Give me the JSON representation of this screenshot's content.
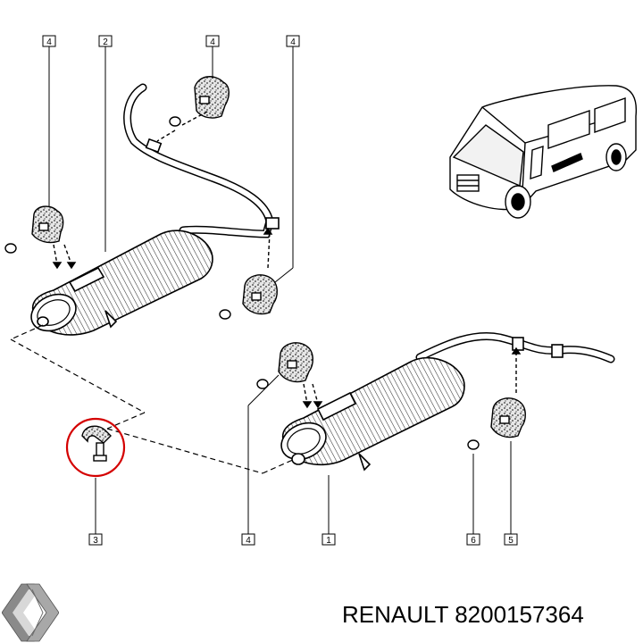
{
  "callouts": {
    "c1": "4",
    "c2": "2",
    "c3": "4",
    "c4": "4",
    "c5": "3",
    "c6": "4",
    "c7": "1",
    "c8": "6",
    "c9": "5"
  },
  "caption": {
    "brand": "RENAULT",
    "part_number": "8200157364"
  },
  "highlight_color": "#d40000",
  "icons": [
    "renault-logo-icon",
    "van-icon"
  ]
}
